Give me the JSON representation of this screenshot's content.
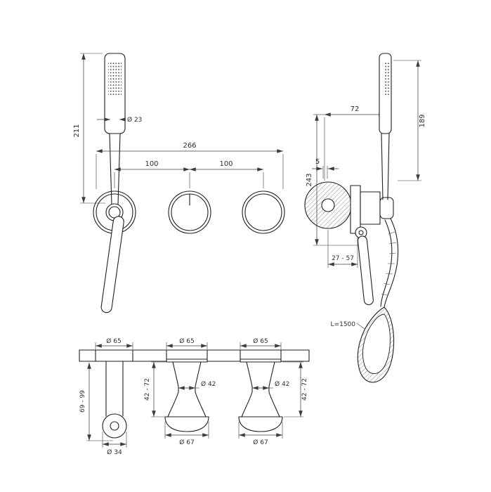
{
  "drawing": {
    "type": "technical-dimension-drawing",
    "subject": "wall-mounted shower mixer with hand shower set"
  },
  "dims": {
    "front": {
      "d23": "Ø 23",
      "h211": "211",
      "w266": "266",
      "s100a": "100",
      "s100b": "100"
    },
    "side": {
      "o72": "72",
      "h189": "189",
      "h243": "243",
      "t5": "5",
      "d2757": "27 - 57",
      "hose": "L=1500"
    },
    "bottom": {
      "d65a": "Ø 65",
      "d65b": "Ø 65",
      "d65c": "Ø 65",
      "r6999": "69 - 99",
      "d34": "Ø 34",
      "r4272a": "42 - 72",
      "r4272b": "42 - 72",
      "d42a": "Ø 42",
      "d42b": "Ø 42",
      "d67a": "Ø 67",
      "d67b": "Ø 67"
    }
  }
}
